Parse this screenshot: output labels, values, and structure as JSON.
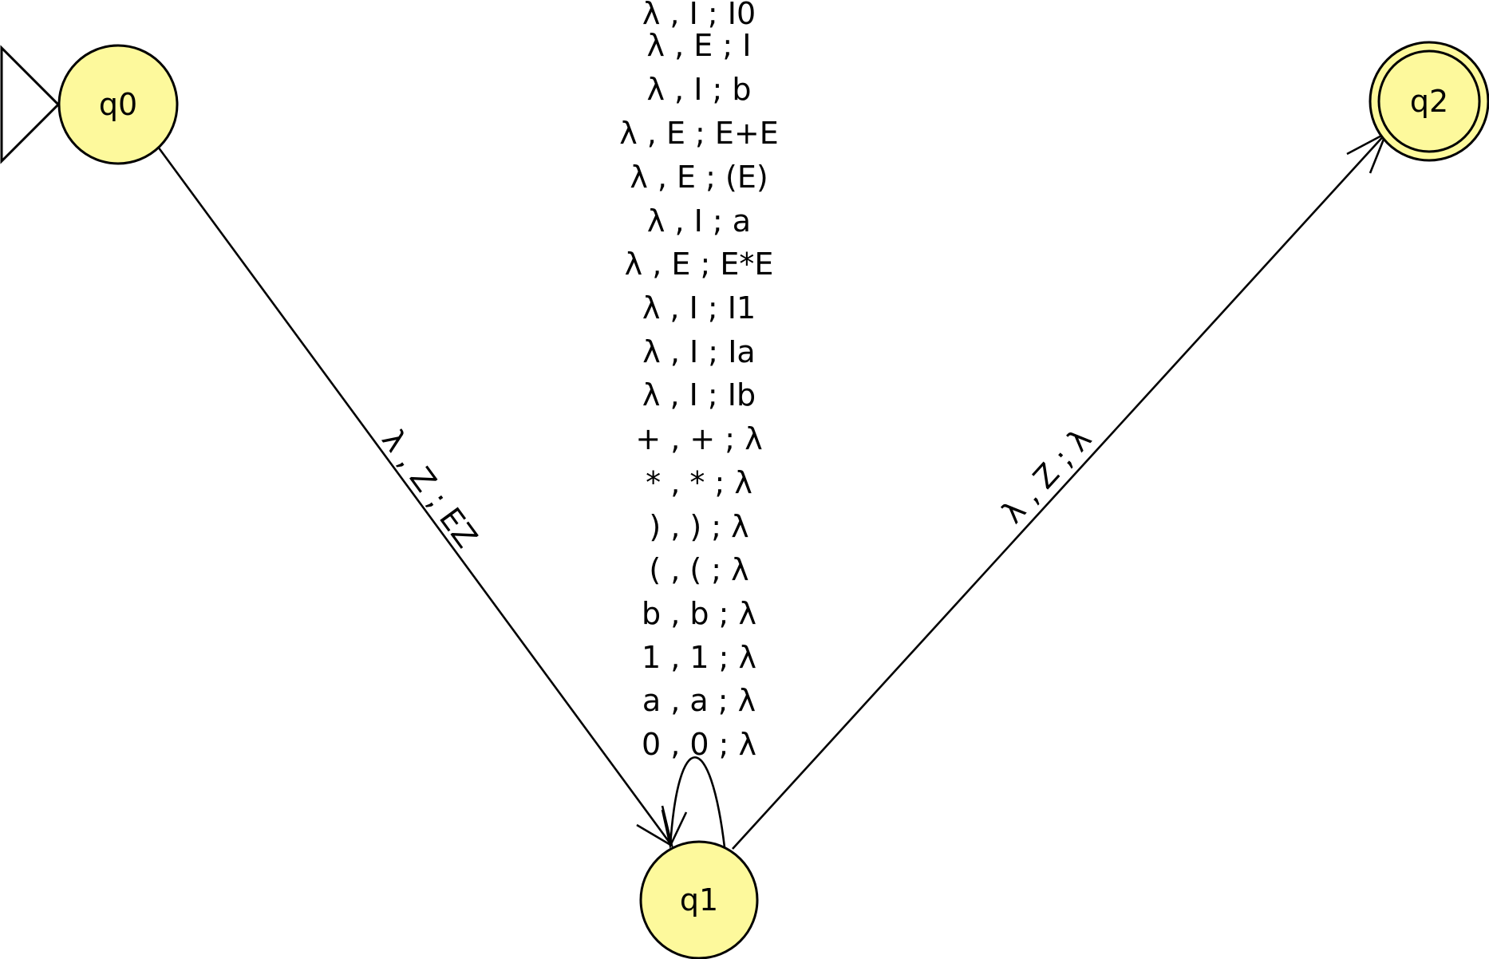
{
  "diagram": {
    "type": "pushdown-automaton",
    "states": [
      {
        "id": "q0",
        "label": "q0",
        "initial": true,
        "final": false
      },
      {
        "id": "q1",
        "label": "q1",
        "initial": false,
        "final": false
      },
      {
        "id": "q2",
        "label": "q2",
        "initial": false,
        "final": true
      }
    ],
    "transitions": [
      {
        "from": "q0",
        "to": "q1",
        "label": "λ , Z ; EZ"
      },
      {
        "from": "q1",
        "to": "q2",
        "label": "λ , Z ; λ"
      }
    ],
    "self_loop": {
      "state": "q1",
      "labels": [
        "λ , I ; I0",
        "λ , E ; I",
        "λ , I ; b",
        "λ , E ; E+E",
        "λ , E ; (E)",
        "λ , I ; a",
        "λ , E ; E*E",
        "λ , I ; I1",
        "λ , I ; Ia",
        "λ , I ; Ib",
        "+ , + ; λ",
        "* , * ; λ",
        ") , ) ; λ",
        "( , ( ; λ",
        "b , b ; λ",
        "1 , 1 ; λ",
        "a , a ; λ",
        "0 , 0 ; λ"
      ]
    },
    "colors": {
      "state_fill": "#fdf99c",
      "stroke": "#000000",
      "background": "#ffffff"
    }
  }
}
